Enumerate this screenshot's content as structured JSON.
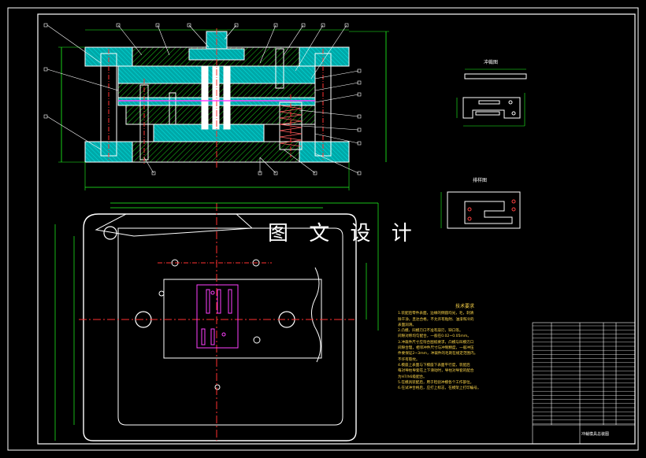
{
  "watermark": "图 文 设 计",
  "views": {
    "blank_view_title": "冲裁图",
    "strip_view_title": "排样图"
  },
  "notes": {
    "title": "技术要求",
    "lines": [
      "1.装配后零件表面，边缘的倒圆均光，毛，刺清",
      "除干净，且达合格，不允许有粘附、油漆和冷的",
      "表面润滑。",
      "2.凸模、凹模刃口不准有崩刃，缺口等。",
      "间隙对称均匀配合，一般在0.02~0.05mm。",
      "3.冲裁件尺寸应符合图纸要求，凸模与凹模刃口",
      "间隙合理，相邻冲件尺寸与冲制精度，一般冲压",
      "件要保证2~3mm，冲裁件的毛刺在规定范围内。",
      "不许有裂纹。",
      "4.模座上表面与下模座下表面平行度，装配后",
      "每对导柱导套在上下滑动时，导柱对导套的配合",
      "为H7/h6级配合。",
      "5.在模具装配后，用于检验冲模各个工作部位。",
      "6.在试冲合格后，应打上标志，在模架上打印编号。"
    ]
  },
  "title_block": {
    "name": "冲裁模具总装图"
  },
  "colors": {
    "outline": "#ffffff",
    "part_fill": "#00c8c8",
    "hatch": "#20ff20",
    "dimension": "#20ff20",
    "centerline": "#ff3030",
    "part_highlight": "#ff40ff",
    "note_text": "#ffd84a",
    "leader": "#ffffff"
  }
}
